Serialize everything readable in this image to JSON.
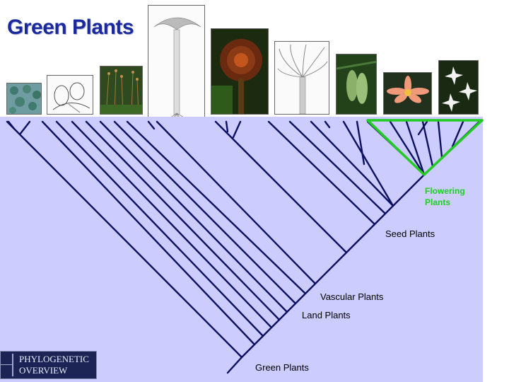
{
  "title": "Green Plants",
  "labels": {
    "flowering_line1": "Flowering",
    "flowering_line2": "Plants",
    "seed": "Seed Plants",
    "vascular": "Vascular Plants",
    "land": "Land Plants",
    "green": "Green Plants"
  },
  "badge": {
    "line1": "PHYLOGENETIC",
    "line2": "OVERVIEW"
  },
  "colors": {
    "title": "#1a2a9c",
    "panel": "#ccccff",
    "branches": "#0c1060",
    "flowering_highlight": "#22cc22"
  }
}
